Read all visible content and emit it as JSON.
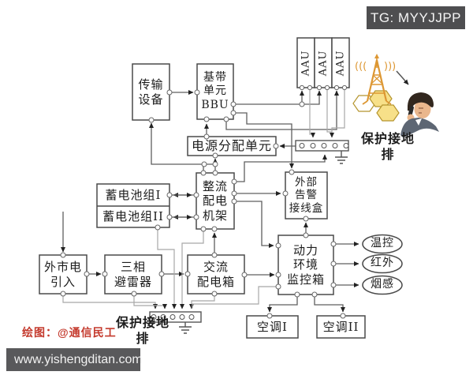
{
  "header": {
    "tag": "TG: MYYJJPP"
  },
  "footer": {
    "watermark": "www.yishengditan.com",
    "credit": "绘图：@通信民工"
  },
  "boxes": {
    "transmission": {
      "label": "传输\n设备"
    },
    "bbu": {
      "label": "基带\n单元\nBBU"
    },
    "aau_units": [
      "AAU",
      "AAU",
      "AAU"
    ],
    "pdu": {
      "label": "电源分配单元"
    },
    "rectifier_rack": {
      "label": "整流\n配电\n机架"
    },
    "battery_group1": {
      "label": "蓄电池组I"
    },
    "battery_group2": {
      "label": "蓄电池组II"
    },
    "external_alarm": {
      "label": "外部\n告警\n接线盒"
    },
    "mains_intake": {
      "label": "外市电\n引入"
    },
    "arrester": {
      "label": "三相\n避雷器"
    },
    "ac_distribution": {
      "label": "交流\n配电箱"
    },
    "monitor": {
      "label": "动力\n环境\n监控箱"
    },
    "aircon1": {
      "label": "空调I"
    },
    "aircon2": {
      "label": "空调II"
    }
  },
  "sensors": [
    {
      "label": "温控"
    },
    {
      "label": "红外"
    },
    {
      "label": "烟感"
    }
  ],
  "ground_bars": {
    "top_label": "保护接地排",
    "bottom_label": "保护接地排"
  },
  "colors": {
    "accent_red": "#c43a2d",
    "tag_bg": "#4e4e50",
    "tower_orange": "#dd9733",
    "hex_yellow": "#f7e089"
  }
}
